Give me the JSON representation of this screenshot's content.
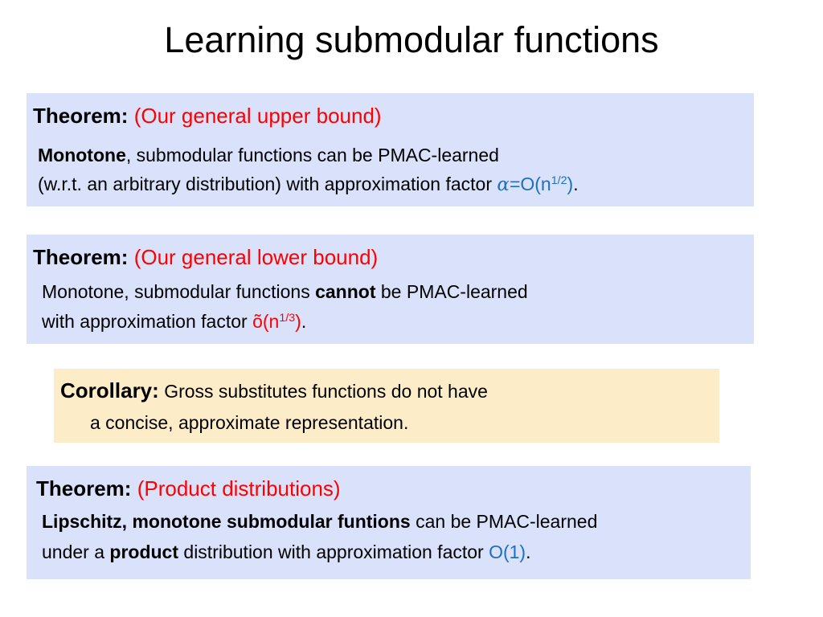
{
  "slide": {
    "title": "Learning submodular functions"
  },
  "theorem1": {
    "label": "Theorem:",
    "subtitle": "(Our general upper bound)",
    "line1_bold": "Monotone",
    "line1_rest": ", submodular functions can be PMAC-learned",
    "line2_text": "(w.r.t. an arbitrary distribution) with approximation factor ",
    "alpha": "α",
    "factor_base": "=O(n",
    "factor_exp": "1/2",
    "factor_close": ")",
    "period": "."
  },
  "theorem2": {
    "label": "Theorem:",
    "subtitle": "(Our general lower bound)",
    "line1_pre": "Monotone, submodular functions ",
    "line1_bold": "cannot",
    "line1_post": " be PMAC-learned",
    "line2_text": "with approximation factor ",
    "factor_base": "õ(n",
    "factor_exp": "1/3",
    "factor_close": ")",
    "period": "."
  },
  "corollary": {
    "label": "Corollary:",
    "line1": " Gross substitutes functions do not have",
    "line2": "a concise, approximate representation."
  },
  "theorem3": {
    "label": "Theorem:",
    "subtitle": "(Product distributions)",
    "line1_bold": "Lipschitz, monotone submodular funtions",
    "line1_rest": " can be PMAC-learned",
    "line2_pre": "under a ",
    "line2_bold": "product",
    "line2_post": " distribution with approximation factor ",
    "factor": "O(1)",
    "period": "."
  },
  "colors": {
    "theorem_box": "#d9e1fb",
    "corollary_box": "#fdecc8",
    "red": "#ff0000",
    "blue": "#1f6fc0"
  }
}
